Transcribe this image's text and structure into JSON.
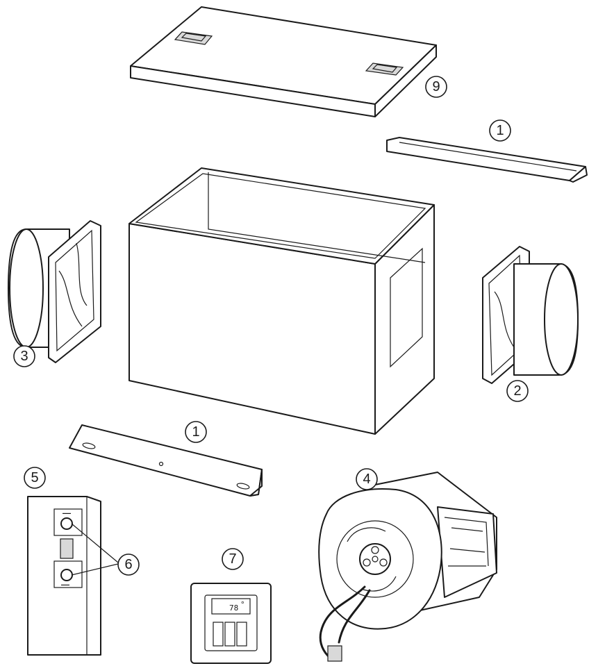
{
  "callouts": {
    "lid": "9",
    "top_bracket": "1",
    "bottom_bracket": "1",
    "left_collar": "3",
    "right_collar": "2",
    "control_box": "5",
    "knobs": "6",
    "thermostat": "7",
    "blower": "4"
  },
  "thermostat_display": {
    "reading": "78",
    "unit": "°"
  }
}
